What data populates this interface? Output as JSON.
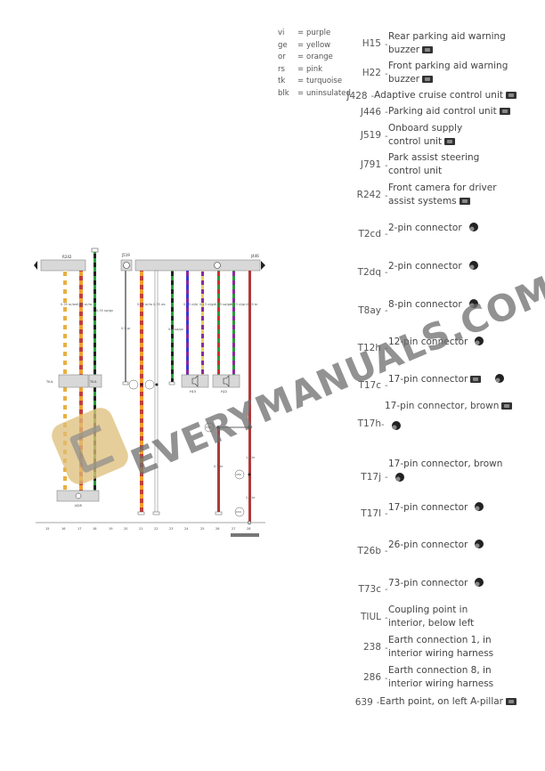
{
  "color_legend": [
    {
      "code": "vi",
      "eq": "=",
      "color": "purple"
    },
    {
      "code": "ge",
      "eq": "=",
      "color": "yellow"
    },
    {
      "code": "or",
      "eq": "=",
      "color": "orange"
    },
    {
      "code": "rs",
      "eq": "=",
      "color": "pink"
    },
    {
      "code": "tk",
      "eq": "=",
      "color": "turquoise"
    },
    {
      "code": "blk",
      "eq": "=",
      "color": "uninsulated"
    }
  ],
  "components": [
    {
      "code": "H15",
      "desc": "Rear parking aid warning buzzer",
      "icon": "camera-icon"
    },
    {
      "code": "H22",
      "desc": "Front parking aid warning buzzer",
      "icon": "camera-icon"
    },
    {
      "code": "J428",
      "desc": "Adaptive cruise control unit",
      "icon": "camera-icon"
    },
    {
      "code": "J446",
      "desc": "Parking aid control unit",
      "icon": "camera-icon"
    },
    {
      "code": "J519",
      "desc": "Onboard supply control unit",
      "icon": "camera-icon"
    },
    {
      "code": "J791",
      "desc": "Park assist steering control unit",
      "icon": ""
    },
    {
      "code": "R242",
      "desc": "Front camera for driver assist systems",
      "icon": "camera-icon"
    },
    {
      "code": "T2cd",
      "desc": "2-pin connector",
      "icon": "connector-icon"
    },
    {
      "code": "T2dq",
      "desc": "2-pin connector",
      "icon": "connector-icon"
    },
    {
      "code": "T8ay",
      "desc": "8-pin connector",
      "icon": "connector-icon"
    },
    {
      "code": "T12h",
      "desc": "12-pin connector",
      "icon": "connector-icon"
    },
    {
      "code": "T17c",
      "desc": "17-pin connector",
      "icon": "camera-connector-icon"
    },
    {
      "code": "T17h",
      "desc": "17-pin connector, brown",
      "icon": "camera-connector-icon"
    },
    {
      "code": "T17j",
      "desc": "17-pin connector, brown",
      "icon": "connector-icon"
    },
    {
      "code": "T17l",
      "desc": "17-pin connector",
      "icon": "connector-icon"
    },
    {
      "code": "T26b",
      "desc": "26-pin connector",
      "icon": "connector-icon"
    },
    {
      "code": "T73c",
      "desc": "73-pin connector",
      "icon": "connector-icon"
    },
    {
      "code": "TIUL",
      "desc": "Coupling point in interior, below left",
      "icon": ""
    },
    {
      "code": "238",
      "desc": "Earth connection 1, in interior wiring harness",
      "icon": ""
    },
    {
      "code": "286",
      "desc": "Earth connection 8, in interior wiring harness",
      "icon": ""
    },
    {
      "code": "639",
      "desc": "Earth point, on left A-pillar",
      "icon": "camera-icon"
    }
  ],
  "diagram": {
    "component_labels": {
      "left_unit": "R242",
      "j519": "J519",
      "right_unit": "J446",
      "tiul_1": "TIUL",
      "tiul_2": "TIUL",
      "bottom_unit": "J428",
      "buzzer_1": "H15",
      "buzzer_2": "H22",
      "earth_238": "238",
      "earth_286": "286",
      "earth_639": "639"
    },
    "wire_labels": [
      "0.35 or/ro",
      "0.35 or/ro",
      "0.35 sw/gn",
      "0.5 gr",
      "0.35 or/bl",
      "0.35 ws",
      "0.5 sw/gn",
      "0.13 vi/bl",
      "0.13 vi/ge",
      "0.13 sw/ge",
      "0.13 vi/ge",
      "0.35 br",
      "0.5 br",
      "1.0 br",
      "2.5 br"
    ],
    "column_numbers": [
      "15",
      "16",
      "17",
      "18",
      "19",
      "20",
      "21",
      "22",
      "23",
      "24",
      "25",
      "26",
      "27",
      "28"
    ],
    "reference_code": "97XXXXXXXXX"
  },
  "watermark": {
    "text": "EVERYMANUALS.COM"
  },
  "colors": {
    "orange": "#f0a030",
    "yellow_dash": "#e8c050",
    "red_dash": "#c04040",
    "green": "#2a8a3a",
    "purple": "#8a2aa0",
    "blue": "#3a3ad0",
    "brown": "#b03a3a",
    "grey": "#888888",
    "box": "#d8d8d8"
  }
}
